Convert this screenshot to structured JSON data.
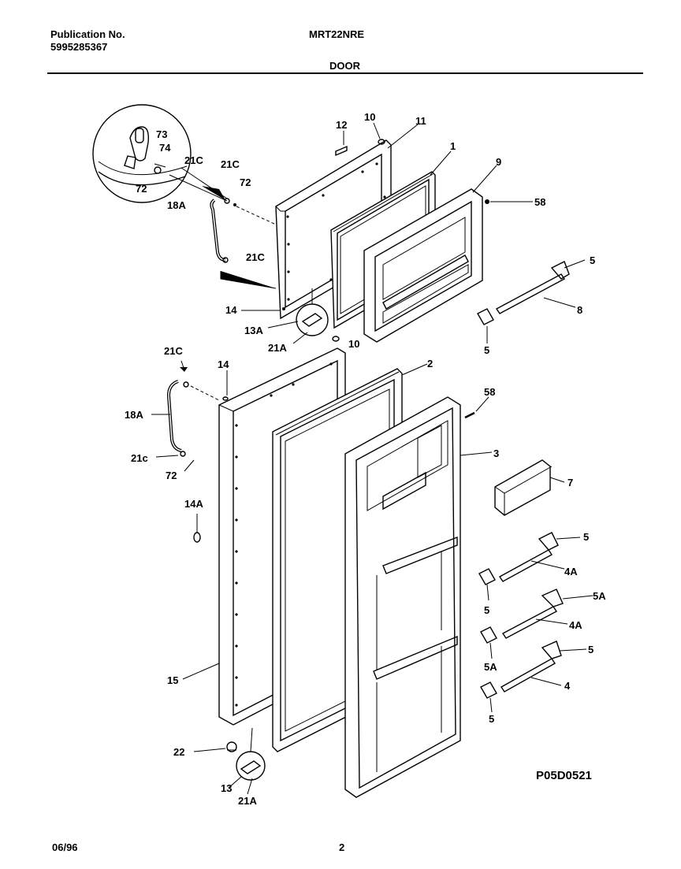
{
  "header": {
    "publication_label": "Publication No.",
    "publication_number": "5995285367",
    "model": "MRT22NRE",
    "section": "DOOR"
  },
  "footer": {
    "date": "06/96",
    "page": "2"
  },
  "diagram": {
    "figure_code": "P05D0521",
    "callouts": {
      "c73": "73",
      "c74": "74",
      "c21c_inset": "21C",
      "c72_inset": "72",
      "c12": "12",
      "c10_top": "10",
      "c11": "11",
      "c1": "1",
      "c9": "9",
      "c58_top": "58",
      "c21c_top": "21C",
      "c72_top": "72",
      "c18a_top": "18A",
      "c21c_top2": "21C",
      "c14_top": "14",
      "c13a": "13A",
      "c21a_top": "21A",
      "c10_mid": "10",
      "c5_a": "5",
      "c8": "8",
      "c5_b": "5",
      "c21c_bot": "21C",
      "c14_bot": "14",
      "c2": "2",
      "c58_bot": "58",
      "c3": "3",
      "c18a_bot": "18A",
      "c21c_lower": "21c",
      "c72_bot": "72",
      "c7": "7",
      "c14a": "14A",
      "c5_c": "5",
      "c4a_1": "4A",
      "c5_d": "5",
      "c5a_1": "5A",
      "c4a_2": "4A",
      "c5a_2": "5A",
      "c5_e": "5",
      "c15": "15",
      "c4": "4",
      "c5_f": "5",
      "c22": "22",
      "c13": "13",
      "c21a_bot": "21A"
    }
  }
}
